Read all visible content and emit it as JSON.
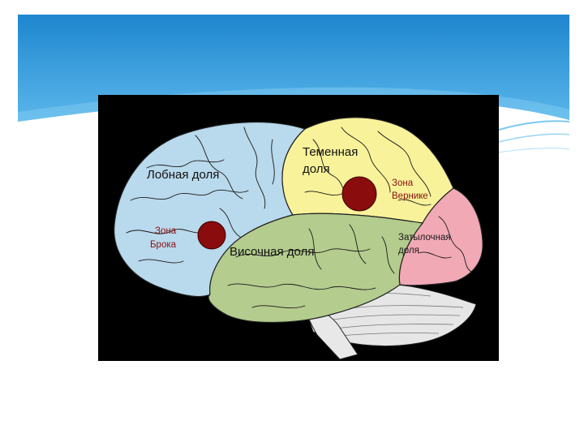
{
  "diagram": {
    "labels": {
      "frontal_lobe": "Лобная доля",
      "parietal_lobe_line1": "Теменная",
      "parietal_lobe_line2": "доля",
      "temporal_lobe": "Височная доля",
      "occipital_lobe_line1": "Затылочная",
      "occipital_lobe_line2": "доля",
      "broca_line1": "Зона",
      "broca_line2": "Брока",
      "wernicke_line1": "Зона",
      "wernicke_line2": "Верникe"
    },
    "colors": {
      "frontal_lobe": "#b9d9ec",
      "parietal_lobe": "#f8f29a",
      "temporal_lobe": "#b4cc8e",
      "occipital_lobe": "#f2a9b6",
      "cerebellum": "#e6e6e6",
      "zone_marker": "#8b0c0c",
      "background": "#000000",
      "header_blue": "#2f95d6"
    }
  }
}
